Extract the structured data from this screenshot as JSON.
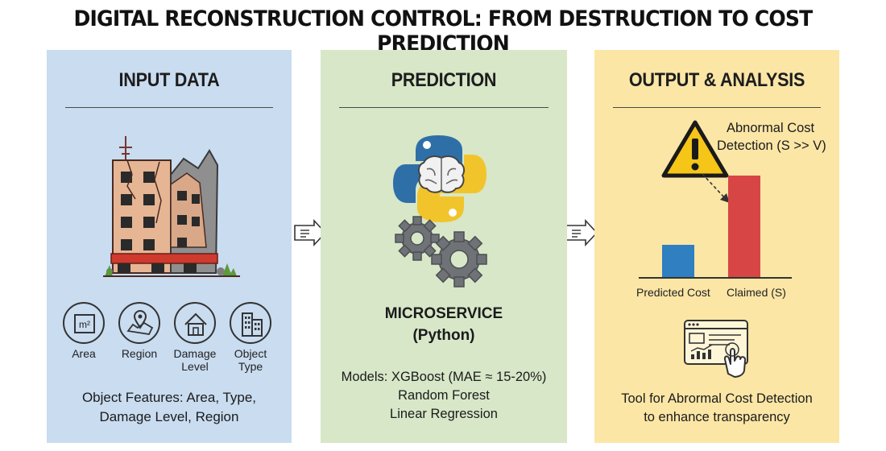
{
  "title": "DIGITAL RECONSTRUCTION CONTROL: FROM DESTRUCTION TO COST PREDICTION",
  "panels": {
    "input": {
      "title": "INPUT DATA",
      "features": [
        {
          "label": "Area",
          "icon": "area-m2-icon",
          "badge": "m²"
        },
        {
          "label": "Region",
          "icon": "map-pin-icon"
        },
        {
          "label": "Damage\nLevel",
          "icon": "house-icon"
        },
        {
          "label": "Object\nType",
          "icon": "building-icon"
        }
      ],
      "footer": [
        "Object Features: Area, Type,",
        "Damage Level, Region"
      ]
    },
    "prediction": {
      "title": "PREDICTION",
      "service": [
        "MICROSERVICE",
        "(Python)"
      ],
      "models": [
        "Models: XGBoost (MAE ≈ 15-20%)",
        "Random Forest",
        "Linear Regression"
      ]
    },
    "output": {
      "title": "OUTPUT & ANALYSIS",
      "alert": [
        "Abnormal Cost",
        "Detection (S >> V)"
      ],
      "bars": [
        {
          "label": "Predicted Cost",
          "color": "#2f7fc1"
        },
        {
          "label": "Claimed (S)",
          "color": "#d84545"
        }
      ],
      "footer": [
        "Tool for Abrormal Cost Detection",
        "to enhance transparency"
      ]
    }
  },
  "colors": {
    "input_bg": "#c9dcf0",
    "prediction_bg": "#d7e7c8",
    "output_bg": "#fbe6a6",
    "warning": "#f5c518"
  }
}
